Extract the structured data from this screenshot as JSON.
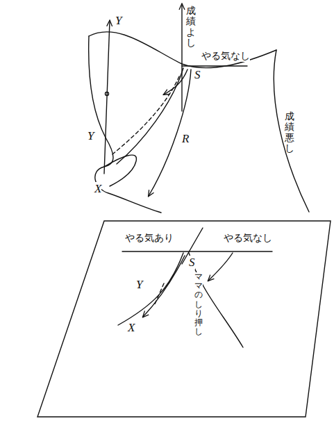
{
  "diagram": {
    "labels": [
      "成績よし",
      "やる気なし",
      "Y",
      "S",
      "Y",
      "X",
      "R",
      "成績悪し",
      "やる気あり",
      "やる気なし",
      "Y",
      "X",
      "S",
      "ママのしり押し"
    ]
  }
}
